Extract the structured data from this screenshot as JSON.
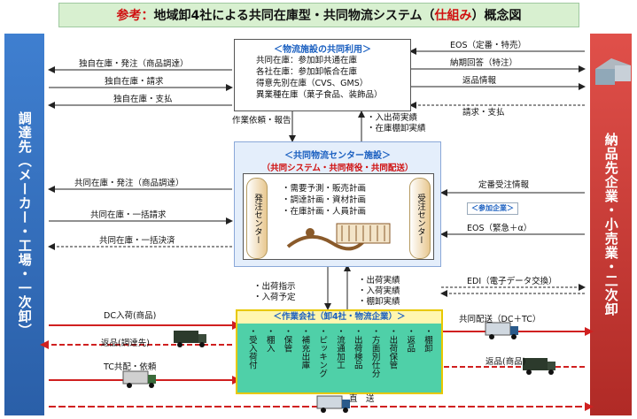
{
  "title": {
    "prefix": "参考：",
    "main": "地域卸4社による共同在庫型・共同物流システム（",
    "highlight": "仕組み",
    "suffix": "）概念図"
  },
  "left_label": "調達先（メーカー・工場・一次卸）",
  "right_label": "納品先企業・小売業・二次卸",
  "top_box": {
    "header": "＜物流施設の共同利用＞",
    "lines": [
      "共同在庫：参加卸共通在庫",
      "各社在庫：参加卸帳合在庫",
      "得意先別在庫（CVS、GMS）",
      "異業種在庫（菓子食品、装飾品）"
    ]
  },
  "left_flows_top": [
    "独自在庫・発注（商品調達）",
    "独自在庫・請求",
    "独自在庫・支払"
  ],
  "right_flows_top": [
    "EOS（定番・特売）",
    "納期回答（特注）",
    "返品情報",
    "請求・支払"
  ],
  "mid_labels": {
    "left": "作業依頼・報告",
    "right": [
      "・入出荷実績",
      "・在庫棚卸実績"
    ]
  },
  "center": {
    "header": "＜共同物流センター施設＞",
    "subheader": "（共同システム・共同荷役・共同配送）",
    "order_left": "発注センター",
    "order_right": "受注センター",
    "tasks": [
      "・需要予測・販売計画",
      "・調達計画・資材計画",
      "・在庫計画・人員計画"
    ]
  },
  "left_flows_mid": [
    "共同在庫・発注（商品調達）",
    "共同在庫・一括請求",
    "共同在庫・一括決済"
  ],
  "right_flows_mid": {
    "info": "定番受注情報",
    "badge": "＜参加企業＞",
    "eos": "EOS（緊急＋α）",
    "edi": "EDI（電子データ交換）"
  },
  "lower_labels": {
    "left": [
      "・出荷指示",
      "・入荷予定"
    ],
    "right": [
      "・出荷実績",
      "・入荷実績",
      "・棚卸実績"
    ]
  },
  "work_box": {
    "header": "＜作業会社（卸4社・物流企業）＞",
    "columns": [
      "・受入荷付",
      "・棚入",
      "・保管",
      "・補充出庫",
      "・ピッキング",
      "・流通加工",
      "・出荷検品",
      "・方面別仕分",
      "・出荷保管",
      "・返品",
      "・棚卸"
    ]
  },
  "bottom_flows": {
    "dc": "DC入荷(商品)",
    "return_in": "返品(調達先)",
    "tc": "TC共配・依頼",
    "joint": "共同配送（DC＋TC）",
    "return_out": "返品(商品)",
    "direct": "直　送"
  },
  "colors": {
    "left_panel": "#3f7fd0",
    "right_panel": "#d0403a",
    "title_bg": "#d8f0d0",
    "center_bg": "#e4eefb",
    "work_bg": "#4fd0a8",
    "work_border": "#e8c800",
    "header_blue": "#1a5fc0",
    "header_red": "#d01010"
  }
}
